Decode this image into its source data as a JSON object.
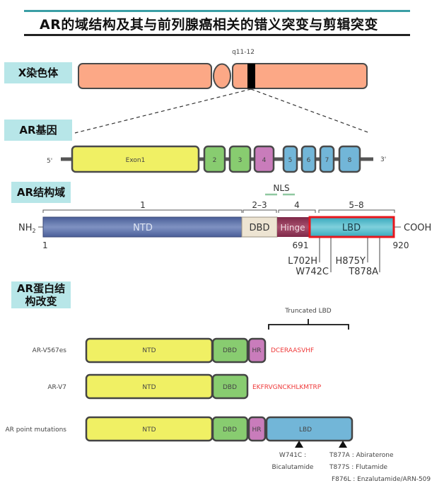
{
  "title": "AR的域结构及其与前列腺癌相关的错义突变与剪辑突变",
  "colors": {
    "title_rule_top": "#3a9ea5",
    "label_bg": "#b7e6e8",
    "chromosome_fill": "#fca886",
    "exon1": "#f0f064",
    "exon_green": "#88cc70",
    "exon_pink": "#c97cbb",
    "exon_blue": "#72b6d8",
    "ntd_domain": "#5d72a8",
    "dbd_domain": "#ede4d2",
    "hinge_domain": "#8e3354",
    "lbd_domain": "#45b6c8",
    "lbd_highlight": "#e8161c",
    "nls_mark": "#8fc8a0",
    "variant_text": "#ef3a3a"
  },
  "section_labels": {
    "chromosome": "X染色体",
    "gene": "AR基因",
    "domains": "AR结构域",
    "protein_changes": "AR蛋白结构改变"
  },
  "chromosome": {
    "band_label": "q11-12"
  },
  "gene": {
    "five_prime": "5'",
    "three_prime": "3'",
    "exons": [
      {
        "label": "Exon1",
        "color": "yellow"
      },
      {
        "label": "2",
        "color": "green"
      },
      {
        "label": "3",
        "color": "green"
      },
      {
        "label": "4",
        "color": "pink"
      },
      {
        "label": "5",
        "color": "blue"
      },
      {
        "label": "6",
        "color": "blue"
      },
      {
        "label": "7",
        "color": "blue"
      },
      {
        "label": "8",
        "color": "blue"
      }
    ]
  },
  "domains": {
    "nls_label": "NLS",
    "n_terminus": "NH₂",
    "c_terminus": "COOH",
    "exon_brackets": [
      "1",
      "2–3",
      "4",
      "5–8"
    ],
    "segments": [
      "NTD",
      "DBD",
      "Hinge",
      "LBD"
    ],
    "positions": {
      "start": "1",
      "hinge_end": "691",
      "end": "920"
    },
    "mutations": [
      "L702H",
      "W742C",
      "H875Y",
      "T878A"
    ]
  },
  "protein_changes": {
    "truncated_label": "Truncated LBD",
    "variants": [
      {
        "name": "AR-V567es",
        "domains": [
          "NTD",
          "DBD",
          "HR"
        ],
        "tail": "DCERAASVHF"
      },
      {
        "name": "AR-V7",
        "domains": [
          "NTD",
          "DBD"
        ],
        "tail": "EKFRVGNCKHLKMTRP"
      },
      {
        "name": "AR point mutations",
        "domains": [
          "NTD",
          "DBD",
          "HR",
          "LBD"
        ],
        "tail": ""
      }
    ],
    "point_mutations": [
      {
        "lines": [
          "W741C :",
          "Bicalutamide"
        ]
      },
      {
        "lines": [
          "T877A : Abiraterone",
          "T877S : Flutamide",
          "F876L : Enzalutamide/ARN-509"
        ]
      }
    ]
  }
}
